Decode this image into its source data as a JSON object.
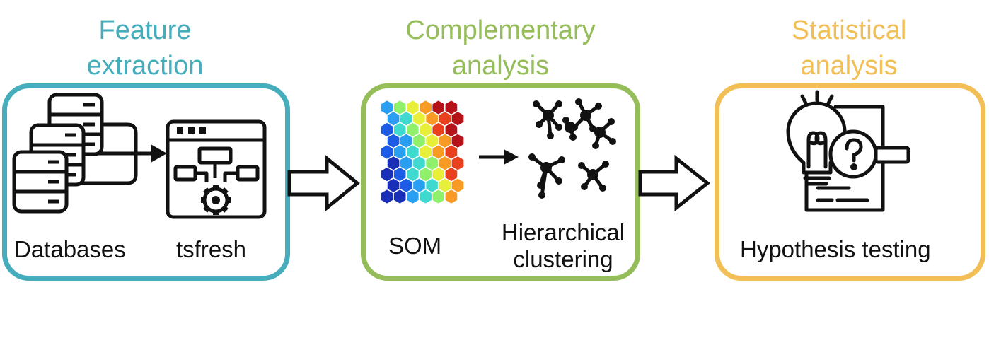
{
  "stages": [
    {
      "title_line1": "Feature",
      "title_line2": "extraction",
      "color": "#45adbb",
      "labels": {
        "databases": "Databases",
        "tool": "tsfresh"
      }
    },
    {
      "title_line1": "Complementary",
      "title_line2": "analysis",
      "color": "#95bd5a",
      "labels": {
        "som": "SOM",
        "clustering_line1": "Hierarchical",
        "clustering_line2": "clustering"
      }
    },
    {
      "title_line1": "Statistical",
      "title_line2": "analysis",
      "color": "#f1bf55",
      "labels": {
        "hypothesis": "Hypothesis testing"
      }
    }
  ],
  "icons": [
    "database-stack-icon",
    "tsfresh-window-gear-icon",
    "som-hexagon-map-icon",
    "cluster-network-icon",
    "lightbulb-magnifier-icon"
  ]
}
